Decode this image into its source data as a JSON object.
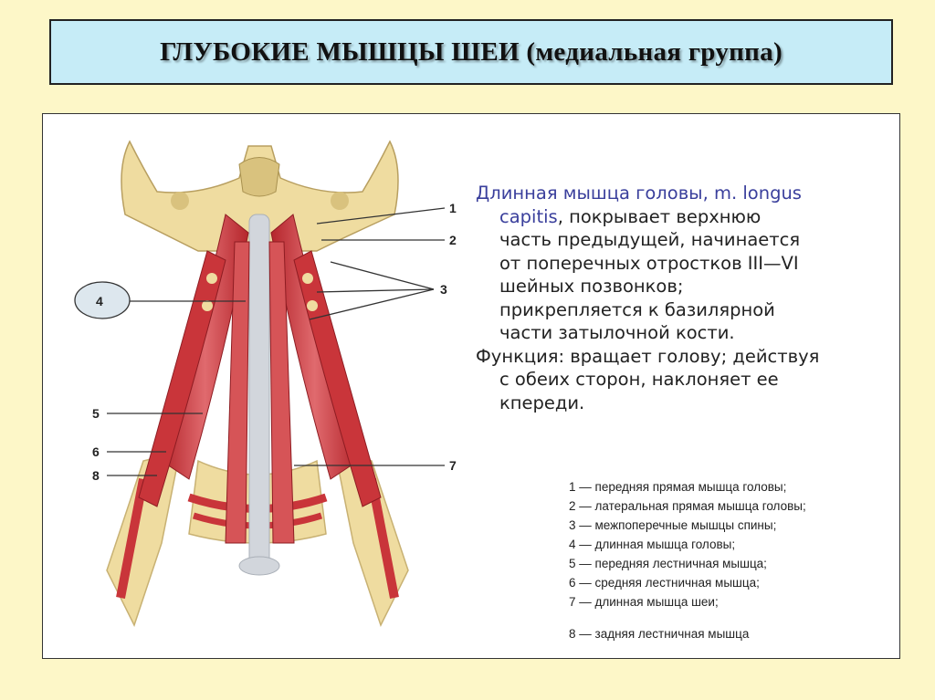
{
  "title": "ГЛУБОКИЕ МЫШЦЫ ШЕИ (медиальная группа)",
  "description": {
    "latin_line1": "Длинная мышца головы, m. longus",
    "latin_line2": "capitis",
    "line2_rest": ", покрывает верхнюю",
    "line3": "часть предыдущей, начинается",
    "line4": "от поперечных отростков III—VI",
    "line5": "шейных позвонков;",
    "line6": "прикрепляется к базилярной",
    "line7": "части затылочной кости.",
    "function_line1": "Функция: вращает голову; действуя",
    "function_line2": "с обеих сторон, наклоняет ее",
    "function_line3": "кпереди."
  },
  "callouts": {
    "n1": "1",
    "n2": "2",
    "n3": "3",
    "n4": "4",
    "n5": "5",
    "n6": "6",
    "n7": "7",
    "n8": "8"
  },
  "legend": [
    "1 — передняя прямая мышца головы;",
    "2 — латеральная прямая мышца головы;",
    "3 — межпоперечные мышцы спины;",
    "4 — длинная мышца головы;",
    "5 — передняя лестничная мышца;",
    "6 — средняя лестничная мышца;",
    "7 — длинная мышца шеи;",
    "8 — задняя лестничная мышца"
  ],
  "colors": {
    "background": "#fdf7c8",
    "title_box": "#c6ecf7",
    "muscle": "#c9353a",
    "muscle_light": "#e0767a",
    "bone": "#efdca0",
    "spine": "#d2d6dc",
    "latin_text": "#3a3f9c"
  }
}
